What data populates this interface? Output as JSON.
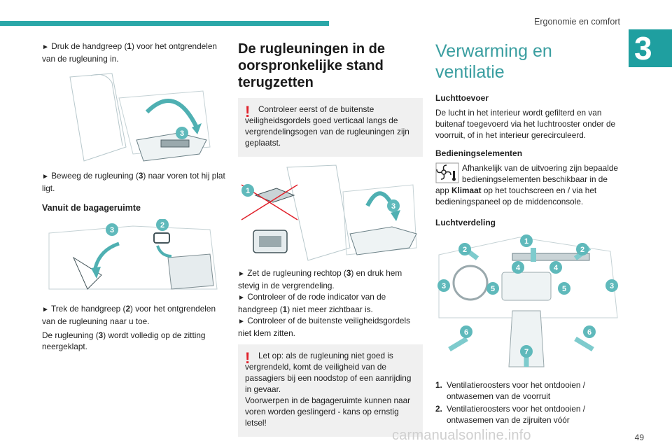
{
  "header": {
    "title": "Ergonomie en comfort",
    "chapter": "3",
    "page": "49"
  },
  "watermark": "carmanualsonline.info",
  "col1": {
    "p1": "Druk de handgreep (1) voor het ontgrendelen van de rugleuning in.",
    "p1a": "Druk de handgreep (",
    "p1b": "1",
    "p1c": ") voor het ontgrendelen van de rugleuning in.",
    "p2a": "Beweeg de rugleuning (",
    "p2b": "3",
    "p2c": ") naar voren tot hij plat ligt.",
    "heading": "Vanuit de bagageruimte",
    "p3a": "Trek de handgreep (",
    "p3b": "2",
    "p3c": ") voor het ontgrendelen van de rugleuning naar u toe.",
    "p4a": "De rugleuning (",
    "p4b": "3",
    "p4c": ") wordt volledig op de zitting neergeklapt.",
    "callouts": [
      "3",
      "3",
      "2"
    ]
  },
  "col2": {
    "heading": "De rugleuningen in de oorspronkelijke stand terugzetten",
    "warn1": "Controleer eerst of de buitenste veiligheidsgordels goed verticaal langs de vergrendelingsogen van de rugleuningen zijn geplaatst.",
    "callouts": [
      "1",
      "3"
    ],
    "s1a": "Zet de rugleuning rechtop (",
    "s1b": "3",
    "s1c": ") en druk hem stevig in de vergrendeling.",
    "s2a": "Controleer of de rode indicator van de handgreep (",
    "s2b": "1",
    "s2c": ") niet meer zichtbaar is.",
    "s3": "Controleer of de buitenste veiligheidsgordels niet klem zitten.",
    "warn2a": "Let op: als de rugleuning niet goed is vergrendeld, komt de veiligheid van de passagiers bij een noodstop of een aanrijding in gevaar.",
    "warn2b": "Voorwerpen in de bagageruimte kunnen naar voren worden geslingerd - kans op ernstig letsel!"
  },
  "col3": {
    "heading": "Verwarming en ventilatie",
    "sub1": "Luchttoevoer",
    "p1": "De lucht in het interieur wordt gefilterd en van buitenaf toegevoerd via het luchtrooster onder de voorruit, of in het interieur gerecirculeerd.",
    "sub2": "Bedieningselementen",
    "p2a": "Afhankelijk van de uitvoering zijn bepaalde bedieningselementen beschikbaar in de app ",
    "p2b": "Klimaat",
    "p2c": " op het touchscreen en / via het bedieningspaneel op de middenconsole.",
    "sub3": "Luchtverdeling",
    "callouts": [
      "1",
      "2",
      "2",
      "3",
      "3",
      "4",
      "4",
      "5",
      "5",
      "6",
      "6",
      "7"
    ],
    "list": [
      {
        "n": "1.",
        "t": "Ventilatieroosters voor het ontdooien / ontwasemen van de voorruit"
      },
      {
        "n": "2.",
        "t": "Ventilatieroosters voor het ontdooien / ontwasemen van de zijruiten vóór"
      }
    ]
  },
  "colors": {
    "accent": "#2aa7a8",
    "warning": "#e0202a",
    "callout": "#5fb9bb"
  }
}
